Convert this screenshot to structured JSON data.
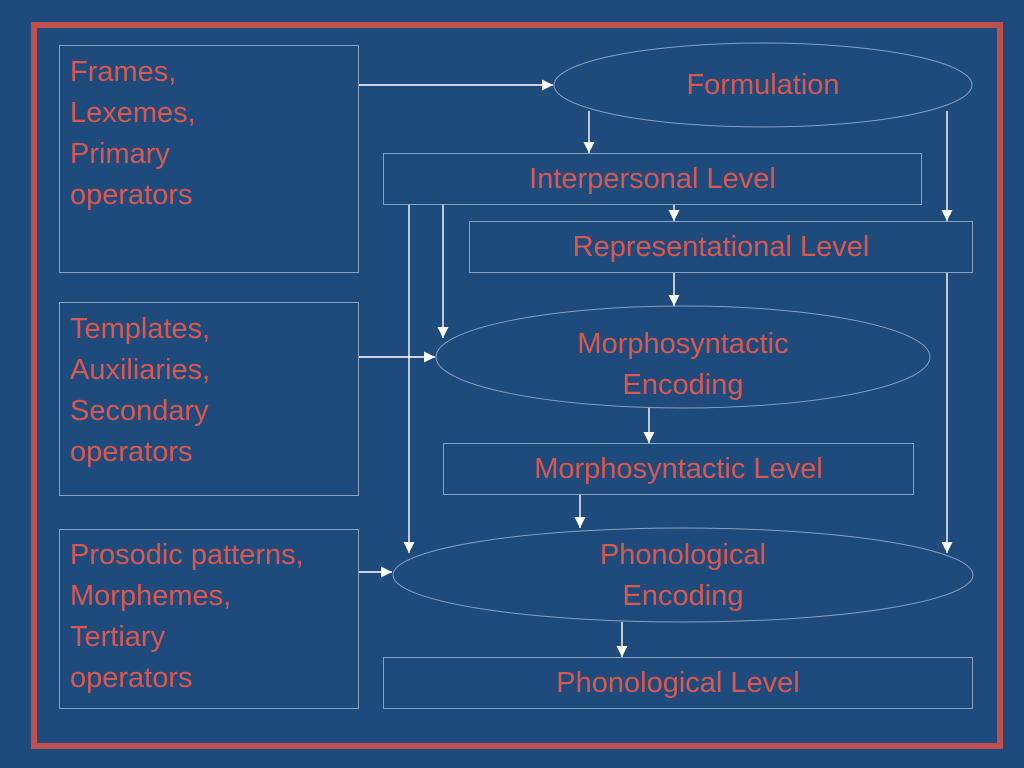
{
  "colors": {
    "background": "#1e4a7c",
    "frame": "#c0504d",
    "text": "#d9584f",
    "lines": "#ffffff",
    "box_border": "#8aa2c4"
  },
  "resources": {
    "lexical": "Frames,\nLexemes,\nPrimary\noperators",
    "grammatical": "Templates,\nAuxiliaries,\nSecondary\noperators",
    "phonological": "Prosodic patterns,\nMorphemes,\nTertiary\noperators"
  },
  "processes": {
    "formulation": "Formulation",
    "morphosyntactic_encoding": "Morphosyntactic\nEncoding",
    "phonological_encoding": "Phonological\nEncoding"
  },
  "levels": {
    "interpersonal": "Interpersonal Level",
    "representational": "Representational Level",
    "morphosyntactic": "Morphosyntactic Level",
    "phonological": "Phonological Level"
  }
}
